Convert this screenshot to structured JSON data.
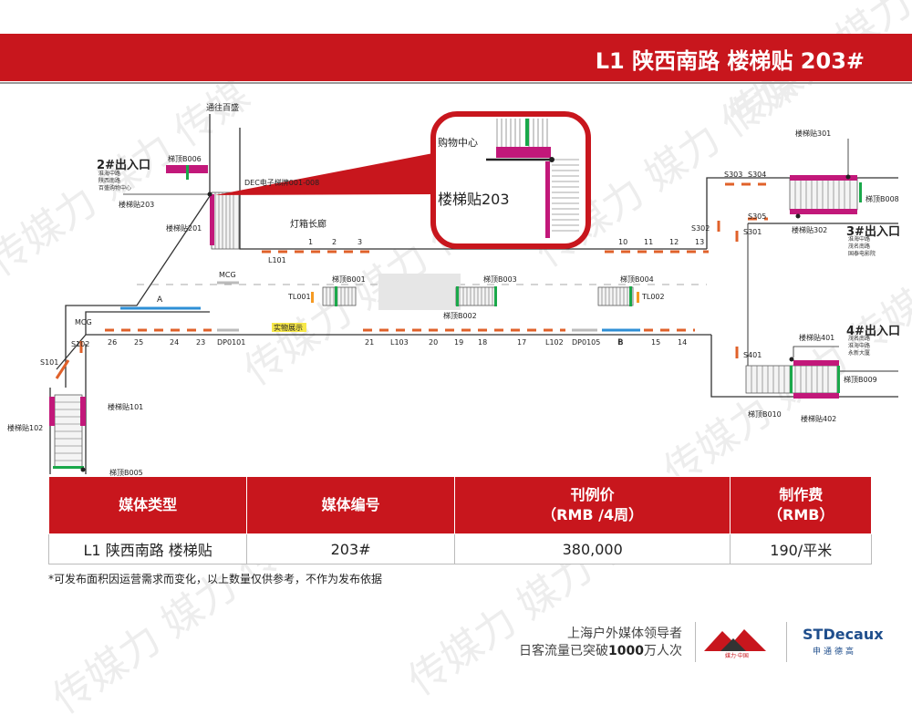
{
  "watermark": "传媒力 媒力 传媒",
  "page_title": "L1 陕西南路 楼梯贴 203#",
  "map": {
    "to_baisheng": "通往百盛",
    "exit2": {
      "title": "2#出入口",
      "streets": [
        "淮海中路",
        "陕西南路",
        "百盛购物中心"
      ]
    },
    "exit3": {
      "title": "3#出入口",
      "streets": [
        "淮海中路",
        "茂名南路",
        "国泰电影院"
      ]
    },
    "exit4": {
      "title": "4#出入口",
      "streets": [
        "茂名南路",
        "淮海中路",
        "永新大厦"
      ]
    },
    "lightbox_corridor": "灯箱长廊",
    "dec_screen": "DEC电子梯牌001-008",
    "physical_display": "实物展示",
    "mcg": "MCG",
    "zoom_label_mall": "购物中心",
    "zoom_label_203": "楼梯贴203",
    "codes": {
      "b006": "梯顶B006",
      "t203": "楼梯贴203",
      "t201": "楼梯贴201",
      "l101": "L101",
      "b001": "梯顶B001",
      "b002": "梯顶B002",
      "b003": "梯顶B003",
      "b004": "梯顶B004",
      "tl001": "TL001",
      "tl002": "TL002",
      "t301": "楼梯贴301",
      "t302": "楼梯贴302",
      "b008": "梯顶B008",
      "s303": "S303",
      "s304": "S304",
      "s305": "S305",
      "s301": "S301",
      "s302": "S302",
      "s401": "S401",
      "t401": "楼梯贴401",
      "t402": "楼梯贴402",
      "b009": "梯顶B009",
      "b010": "梯顶B010",
      "s101": "S101",
      "s102": "S102",
      "t101": "楼梯贴101",
      "t102": "楼梯贴102",
      "b005": "梯顶B005",
      "a": "A",
      "b": "B"
    },
    "top_numbers": [
      "1",
      "2",
      "3",
      "10",
      "11",
      "12",
      "13"
    ],
    "bottom_numbers": [
      "26",
      "25",
      "24",
      "23",
      "DP0101",
      "21",
      "L103",
      "20",
      "19",
      "18",
      "17",
      "L102",
      "DP0105",
      "B",
      "15",
      "14"
    ]
  },
  "table": {
    "headers": [
      "媒体类型",
      "媒体编号",
      "刊例价",
      "（RMB /4周）",
      "制作费",
      "（RMB）"
    ],
    "row": [
      "L1  陕西南路 楼梯贴",
      "203#",
      "380,000",
      "190/平米"
    ]
  },
  "footnote": "*可发布面积因运营需求而变化，以上数量仅供参考，不作为发布依据",
  "footer": {
    "slogan_line1": "上海户外媒体领导者",
    "slogan_line2_prefix": "日客流量已突破",
    "slogan_line2_bold": "1000",
    "slogan_line2_suffix": "万人次",
    "meili_name": "媒力·中国",
    "stdecaux_name": "STDecaux",
    "stdecaux_sub": "申通德高"
  },
  "colors": {
    "brand_red": "#c8161d",
    "magenta": "#c2187a",
    "green": "#1aa84a",
    "orange": "#e0612a",
    "blue": "#2e8fd6",
    "orange_badge": "#f59a23",
    "stdecaux_blue": "#1f4e8c"
  }
}
